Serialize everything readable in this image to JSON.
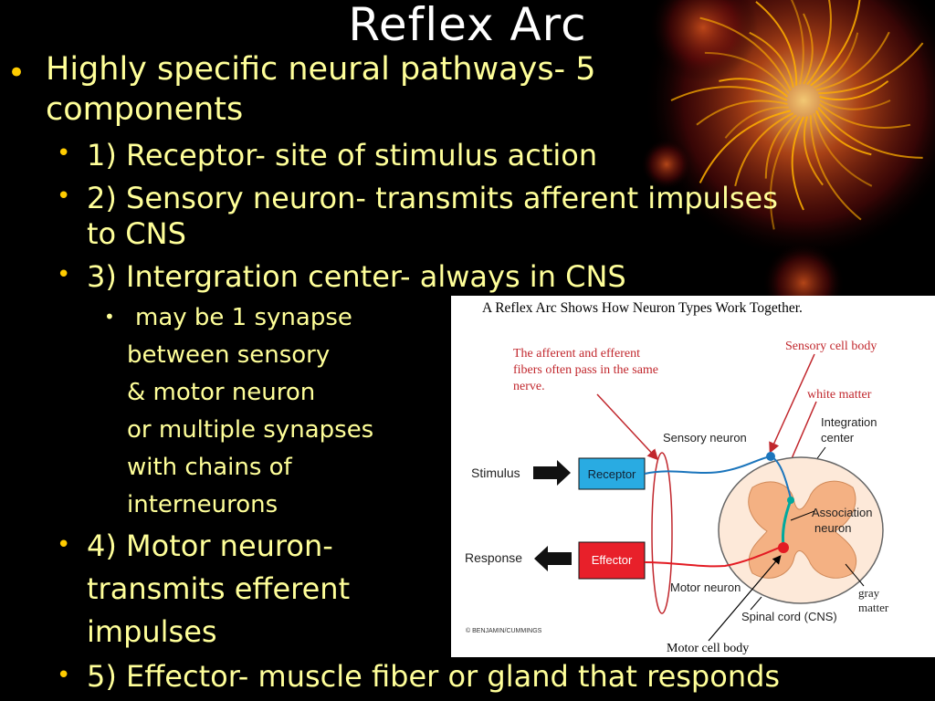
{
  "slide": {
    "title": "Reflex Arc",
    "main_bullet": [
      "Highly specific neural pathways- 5",
      "components"
    ],
    "items": {
      "receptor": "1) Receptor- site of stimulus action",
      "sensory": [
        "2) Sensory neuron- transmits afferent impulses",
        "to CNS"
      ],
      "integration": "3) Intergration center- always in CNS",
      "synapse_note": [
        "may be 1 synapse",
        "between sensory",
        "& motor neuron",
        "or multiple synapses",
        "with chains of",
        "interneurons"
      ],
      "motor": [
        "4) Motor neuron-",
        "transmits efferent",
        "impulses"
      ],
      "effector": "5) Effector- muscle fiber or gland that responds"
    }
  },
  "diagram": {
    "title": "A Reflex Arc Shows How Neuron Types Work Together.",
    "note": [
      "The afferent and efferent",
      "fibers often pass in the same",
      "nerve."
    ],
    "labels": {
      "sensory_cell_body": "Sensory cell body",
      "white_matter": "white matter",
      "integration_center": [
        "Integration",
        "center"
      ],
      "sensory_neuron": "Sensory neuron",
      "stimulus": "Stimulus",
      "receptor": "Receptor",
      "association_neuron": [
        "Association",
        "neuron"
      ],
      "response": "Response",
      "effector": "Effector",
      "motor_neuron": "Motor neuron",
      "gray_matter": [
        "gray",
        "matter"
      ],
      "spinal_cord": "Spinal cord (CNS)",
      "copyright": "© BENJAMIN/CUMMINGS",
      "motor_cell_body": "Motor cell body"
    },
    "colors": {
      "receptor_box": "#29abe2",
      "effector_box": "#e8202a",
      "sensory_path": "#1b75bc",
      "motor_path": "#e31b23",
      "association_path": "#00a99d",
      "gray_matter": "#f4b183",
      "white_matter": "#fde9d9",
      "annotation": "#c1272d"
    }
  },
  "theme": {
    "background": "#000000",
    "text": "#ffff99",
    "title": "#ffffff",
    "bullet": "#ffcc00"
  }
}
